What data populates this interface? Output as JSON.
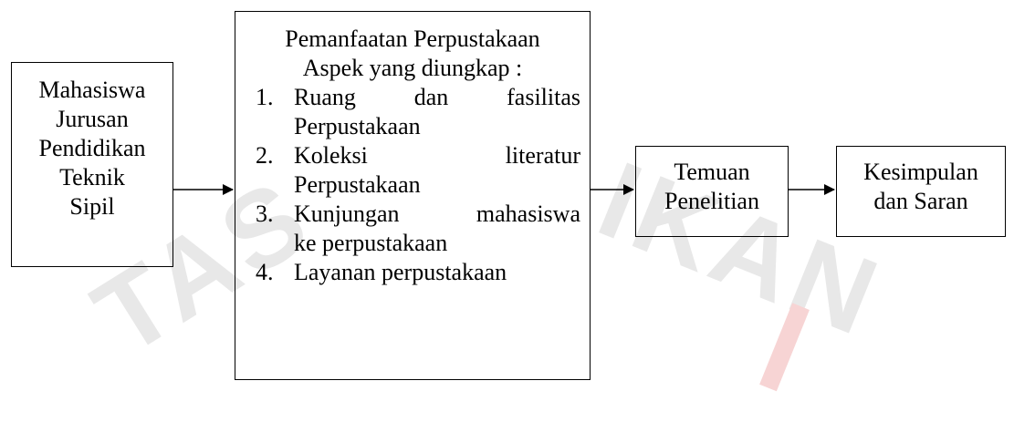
{
  "diagram": {
    "student_box": {
      "lines": [
        "Mahasiswa",
        "Jurusan",
        "Pendidikan",
        "Teknik",
        "Sipil"
      ]
    },
    "main_box": {
      "title": "Pemanfaatan Perpustakaan",
      "subtitle": "Aspek yang diungkap :",
      "aspects": [
        {
          "num": "1.",
          "line1": "Ruang dan fasilitas",
          "line2": "Perpustakaan"
        },
        {
          "num": "2.",
          "line1": "Koleksi literatur",
          "line2": "Perpustakaan"
        },
        {
          "num": "3.",
          "line1": "Kunjungan mahasiswa",
          "line2": "ke perpustakaan"
        },
        {
          "num": "4.",
          "line1": "Layanan perpustakaan",
          "line2": ""
        }
      ]
    },
    "temuan_box": {
      "lines": [
        "Temuan",
        "Penelitian"
      ]
    },
    "kesimpulan_box": {
      "lines": [
        "Kesimpulan",
        "dan Saran"
      ]
    },
    "watermark": {
      "left_text": "TAS",
      "right_text": "IKAN",
      "right_red": "I"
    },
    "colors": {
      "stroke": "#000000",
      "watermark_gray": "#e8e8e8",
      "watermark_red": "#f7d4d4"
    }
  }
}
